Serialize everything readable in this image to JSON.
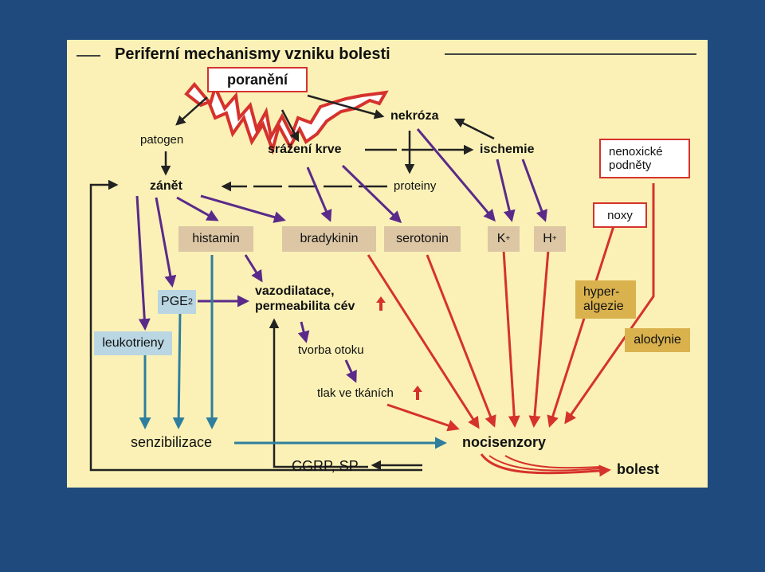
{
  "title": "Periferní mechanismy vzniku bolesti",
  "nodes": {
    "poraneni": "poranění",
    "patogen": "patogen",
    "srazeni_krve": "srážení krve",
    "nekroza": "nekróza",
    "ischemie": "ischemie",
    "nenoxicke": [
      "nenoxické",
      "podněty"
    ],
    "zanet": "zánět",
    "proteiny": "proteiny",
    "noxy": "noxy",
    "histamin": "histamin",
    "bradykinin": "bradykinin",
    "serotonin": "serotonin",
    "k_plus": "K",
    "h_plus": "H",
    "plus_sup": "+",
    "pge2": "PGE",
    "pge2_sub": "2",
    "vazodilatace": [
      "vazodilatace,",
      "permeabilita cév"
    ],
    "hyperalgezie": [
      "hyper-",
      "algezie"
    ],
    "leukotrieny": "leukotrieny",
    "alodynie": "alodynie",
    "tvorba_otoku": "tvorba otoku",
    "tlak_ve_tkanich": "tlak ve tkáních",
    "senzibilizace": "senzibilizace",
    "nocisenzory": "nocisenzory",
    "cgrp_sp": "CGRP, SP",
    "bolest": "bolest"
  },
  "colors": {
    "background": "#1f4a7e",
    "panel": "#fbf1b6",
    "purple_arrow": "#5a2a8a",
    "red_arrow": "#d6322d",
    "blue_arrow": "#2f7e9e",
    "black_arrow": "#222222"
  }
}
